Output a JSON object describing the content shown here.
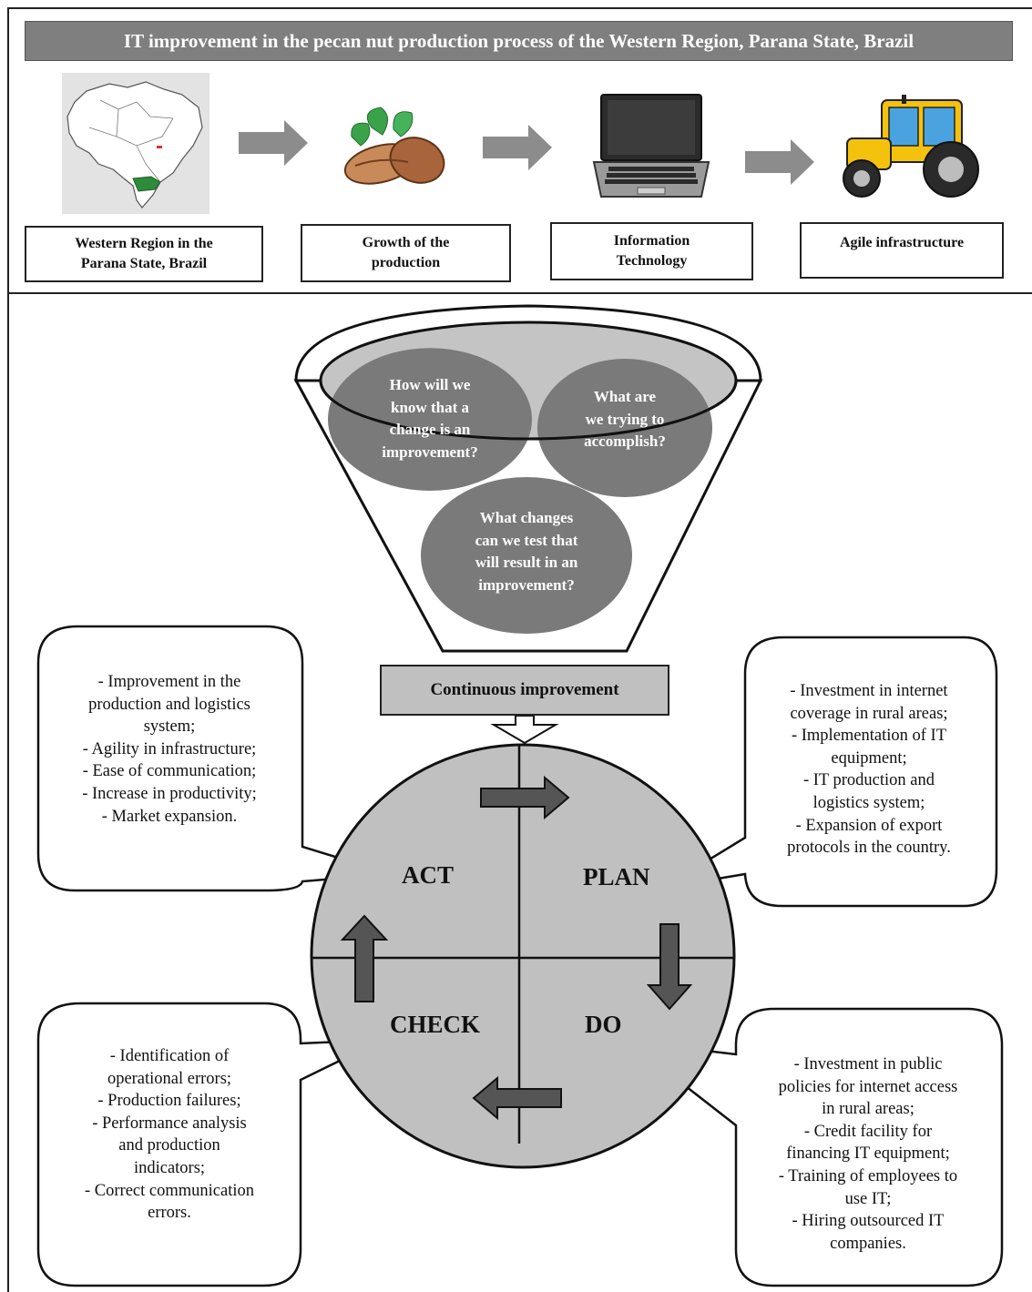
{
  "title": "IT improvement in the pecan nut production process of the Western Region, Parana State, Brazil",
  "process_steps": [
    {
      "label": "Western Region in the\nParana State, Brazil",
      "icon": "brazil-map-icon"
    },
    {
      "label": "Growth of the\nproduction",
      "icon": "pecan-nut-icon"
    },
    {
      "label": "Information\nTechnology",
      "icon": "laptop-icon"
    },
    {
      "label": "Agile infrastructure",
      "icon": "tractor-icon"
    }
  ],
  "funnel_questions": {
    "q1": "How will we\nknow that a\nchange is an\nimprovement?",
    "q2": "What are\nwe trying to\naccomplish?",
    "q3": "What changes\ncan we test that\nwill result in an\nimprovement?"
  },
  "continuous_improvement": "Continuous improvement",
  "cycle": {
    "act": "ACT",
    "plan": "PLAN",
    "check": "CHECK",
    "do": "DO"
  },
  "bubbles": {
    "act": "- Improvement in the\nproduction and logistics\nsystem;\n- Agility in infrastructure;\n- Ease of communication;\n- Increase in productivity;\n- Market expansion.",
    "plan": "- Investment in internet\ncoverage in rural areas;\n- Implementation of IT\nequipment;\n- IT production and\nlogistics system;\n- Expansion of export\nprotocols in the country.",
    "check": "- Identification of\noperational errors;\n- Production failures;\n- Performance analysis\nand production\nindicators;\n- Correct communication\nerrors.",
    "do": "- Investment in public\npolicies for internet access\nin rural areas;\n- Credit facility for\nfinancing IT equipment;\n- Training of employees to\nuse IT;\n- Hiring outsourced IT\ncompanies."
  },
  "colors": {
    "title_bg": "#7f7f7f",
    "arrow": "#8c8c8c",
    "cycle_fill": "#c0c0c0",
    "question_circle": "#7a7a7a",
    "dark_arrow": "#555555",
    "map_highlight": "#2e8b3a"
  }
}
